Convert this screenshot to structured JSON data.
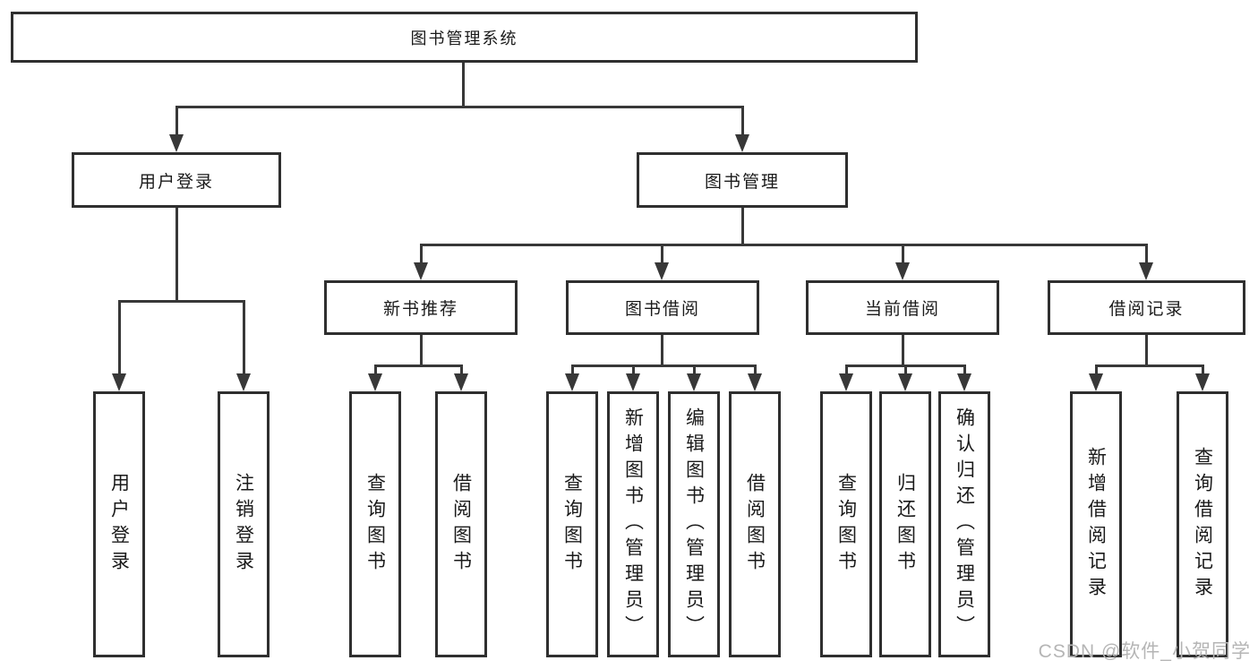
{
  "tree": {
    "root": {
      "label": "图书管理系统"
    },
    "user_login": {
      "label": "用户登录",
      "children": [
        {
          "label": "用户登录"
        },
        {
          "label": "注销登录"
        }
      ]
    },
    "book_mgmt": {
      "label": "图书管理",
      "children": [
        {
          "label": "新书推荐",
          "children": [
            {
              "label": "查询图书"
            },
            {
              "label": "借阅图书"
            }
          ]
        },
        {
          "label": "图书借阅",
          "children": [
            {
              "label": "查询图书"
            },
            {
              "label": "新增图书（管理员）"
            },
            {
              "label": "编辑图书（管理员）"
            },
            {
              "label": "借阅图书"
            }
          ]
        },
        {
          "label": "当前借阅",
          "children": [
            {
              "label": "查询图书"
            },
            {
              "label": "归还图书"
            },
            {
              "label": "确认归还（管理员）"
            }
          ]
        },
        {
          "label": "借阅记录",
          "children": [
            {
              "label": "新增借阅记录"
            },
            {
              "label": "查询借阅记录"
            }
          ]
        }
      ]
    }
  },
  "colors": {
    "line": "#383838",
    "box_border": "#2f2f2f",
    "text": "#1a1a1a",
    "watermark": "#b5b5b5",
    "background": "#ffffff"
  },
  "watermark": {
    "text": "CSDN @软件_小贺同学"
  }
}
